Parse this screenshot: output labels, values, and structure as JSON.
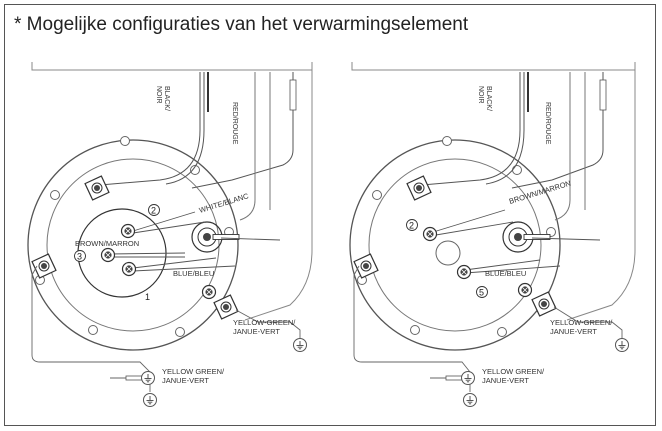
{
  "title": "* Mogelijke configuraties van het verwarmingselement",
  "colors": {
    "line": "#666666",
    "dark": "#333333",
    "frame": "#555555"
  },
  "left": {
    "wire_black": [
      "BLACK/",
      "NOIR"
    ],
    "wire_red": "RED/ROUGE",
    "label_white_black": "WHITE/BLANC",
    "label_brown": "BROWN/MARRON",
    "label_blue": "BLUE/BLEU",
    "label_yg_right": [
      "YELLOW-GREEN/",
      "JANUE-VERT"
    ],
    "label_yg_bottom": [
      "YELLOW GREEN/",
      "JANUE-VERT"
    ],
    "num_2": "2",
    "num_3": "3",
    "num_1": "1"
  },
  "right": {
    "wire_black": [
      "BLACK/",
      "NOIR"
    ],
    "wire_red": "RED/ROUGE",
    "label_brown": "BROWN/MARRON",
    "label_blue": "BLUE/BLEU",
    "label_yg_right": [
      "YELLOW-GREEN/",
      "JANUE-VERT"
    ],
    "label_yg_bottom": [
      "YELLOW GREEN/",
      "JANUE-VERT"
    ],
    "num_2": "2",
    "num_5": "5"
  }
}
